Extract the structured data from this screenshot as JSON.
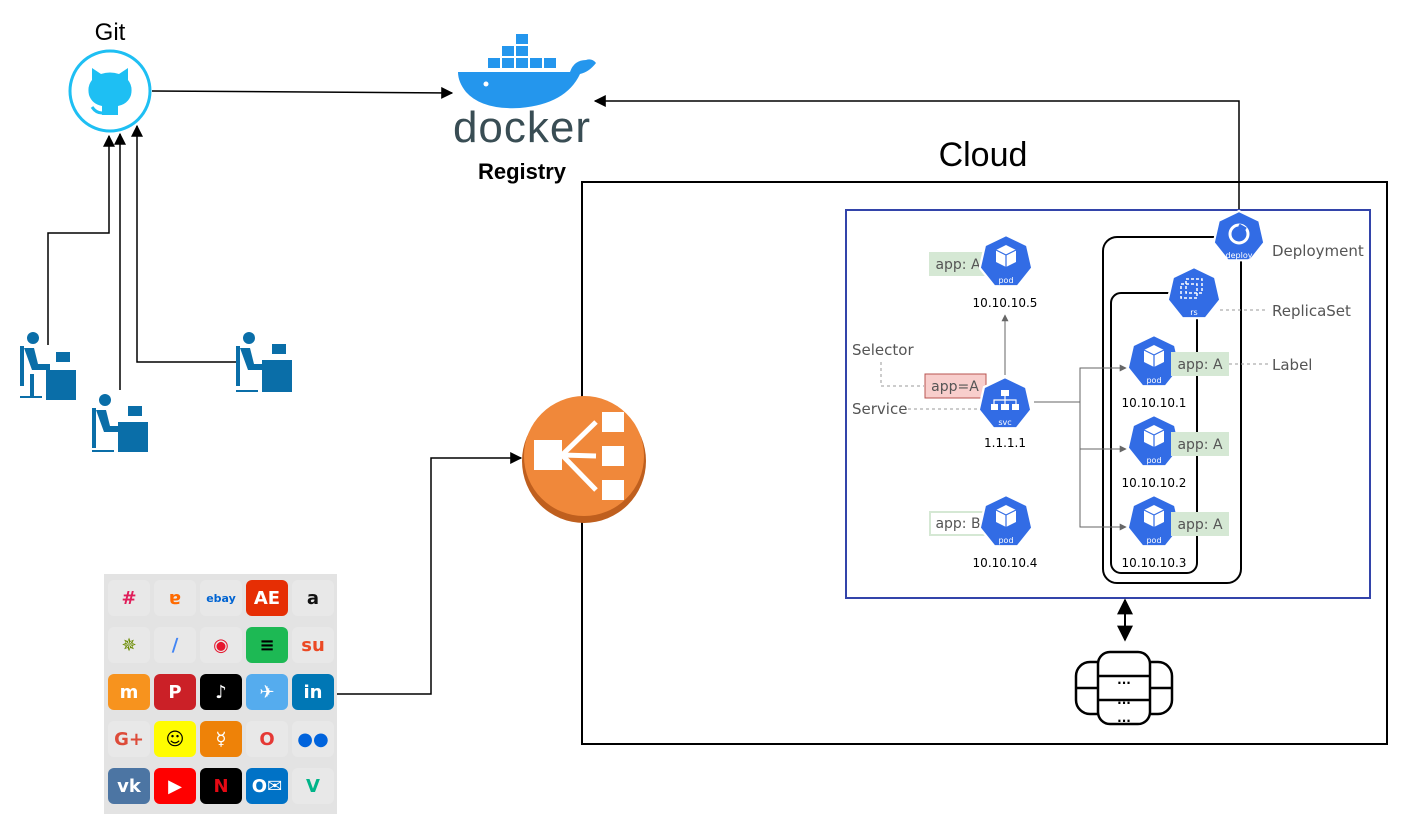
{
  "labels": {
    "git": "Git",
    "docker_word": "docker",
    "registry": "Registry",
    "cloud": "Cloud",
    "deployment": "Deployment",
    "replicaset": "ReplicaSet",
    "label": "Label",
    "selector": "Selector",
    "service": "Service"
  },
  "icons": {
    "deploy": "deploy",
    "rs": "rs",
    "svc": "svc",
    "pod": "pod"
  },
  "tags": {
    "pod_top": "app: A",
    "pod_b": "app: B",
    "selector": "app=A",
    "pod1": "app: A",
    "pod2": "app: A",
    "pod3": "app: A"
  },
  "ips": {
    "pod_top": "10.10.10.5",
    "svc": "1.1.1.1",
    "pod_b": "10.10.10.4",
    "pod1": "10.10.10.1",
    "pod2": "10.10.10.2",
    "pod3": "10.10.10.3"
  },
  "db_dots": [
    "...",
    "...",
    "..."
  ],
  "apps": [
    {
      "name": "slack-icon",
      "glyph": "#",
      "bg": "#e8e8e8",
      "fg": "#e01e5a"
    },
    {
      "name": "alibaba-icon",
      "glyph": "ɐ",
      "bg": "#e8e8e8",
      "fg": "#ff6a00"
    },
    {
      "name": "ebay-icon",
      "glyph": "ebay",
      "bg": "#e8e8e8",
      "fg": "#0064d2"
    },
    {
      "name": "aliexpress-icon",
      "glyph": "AE",
      "bg": "#e62e04",
      "fg": "#ffffff"
    },
    {
      "name": "amazon-icon",
      "glyph": "a",
      "bg": "#e8e8e8",
      "fg": "#111111"
    },
    {
      "name": "kaspersky-icon",
      "glyph": "✵",
      "bg": "#e8e8e8",
      "fg": "#6a8b00"
    },
    {
      "name": "google-ads-icon",
      "glyph": "∕",
      "bg": "#e8e8e8",
      "fg": "#4285f4"
    },
    {
      "name": "weibo-icon",
      "glyph": "◉",
      "bg": "#e8e8e8",
      "fg": "#e6162d"
    },
    {
      "name": "spotify-icon",
      "glyph": "≡",
      "bg": "#1db954",
      "fg": "#000000"
    },
    {
      "name": "stumbleupon-icon",
      "glyph": "su",
      "bg": "#e8e8e8",
      "fg": "#eb4924"
    },
    {
      "name": "mewe-icon",
      "glyph": "m",
      "bg": "#f7931e",
      "fg": "#ffffff"
    },
    {
      "name": "pinterest-icon",
      "glyph": "P",
      "bg": "#cb2027",
      "fg": "#ffffff"
    },
    {
      "name": "tiktok-icon",
      "glyph": "♪",
      "bg": "#000000",
      "fg": "#ffffff"
    },
    {
      "name": "twitter-icon",
      "glyph": "✈",
      "bg": "#55acee",
      "fg": "#ffffff"
    },
    {
      "name": "linkedin-icon",
      "glyph": "in",
      "bg": "#0077b5",
      "fg": "#ffffff"
    },
    {
      "name": "google-plus-icon",
      "glyph": "G+",
      "bg": "#e8e8e8",
      "fg": "#dd4b39"
    },
    {
      "name": "snapchat-icon",
      "glyph": "☺",
      "bg": "#fffc00",
      "fg": "#000000"
    },
    {
      "name": "odnoklassniki-icon",
      "glyph": "☿",
      "bg": "#ee8208",
      "fg": "#ffffff"
    },
    {
      "name": "o-icon",
      "glyph": "O",
      "bg": "#e8e8e8",
      "fg": "#e53935"
    },
    {
      "name": "flickr-icon",
      "glyph": "●●",
      "bg": "#e8e8e8",
      "fg": "#0063dc"
    },
    {
      "name": "vk-icon",
      "glyph": "vk",
      "bg": "#4c75a3",
      "fg": "#ffffff"
    },
    {
      "name": "youtube-icon",
      "glyph": "▶",
      "bg": "#ff0000",
      "fg": "#ffffff"
    },
    {
      "name": "netflix-icon",
      "glyph": "N",
      "bg": "#000000",
      "fg": "#e50914"
    },
    {
      "name": "outlook-icon",
      "glyph": "O✉",
      "bg": "#0072c6",
      "fg": "#ffffff"
    },
    {
      "name": "vine-icon",
      "glyph": "V",
      "bg": "#e8e8e8",
      "fg": "#00b489"
    }
  ],
  "colors": {
    "k8s_blue": "#326ce5",
    "git_blue": "#1ebff3",
    "docker_blue": "#2496ed",
    "lb_orange": "#f0883a",
    "user_blue": "#0a6ea8",
    "green_tag": "#d5e8d4",
    "red_tag": "#f8cecc",
    "cluster_border": "#3344aa"
  }
}
